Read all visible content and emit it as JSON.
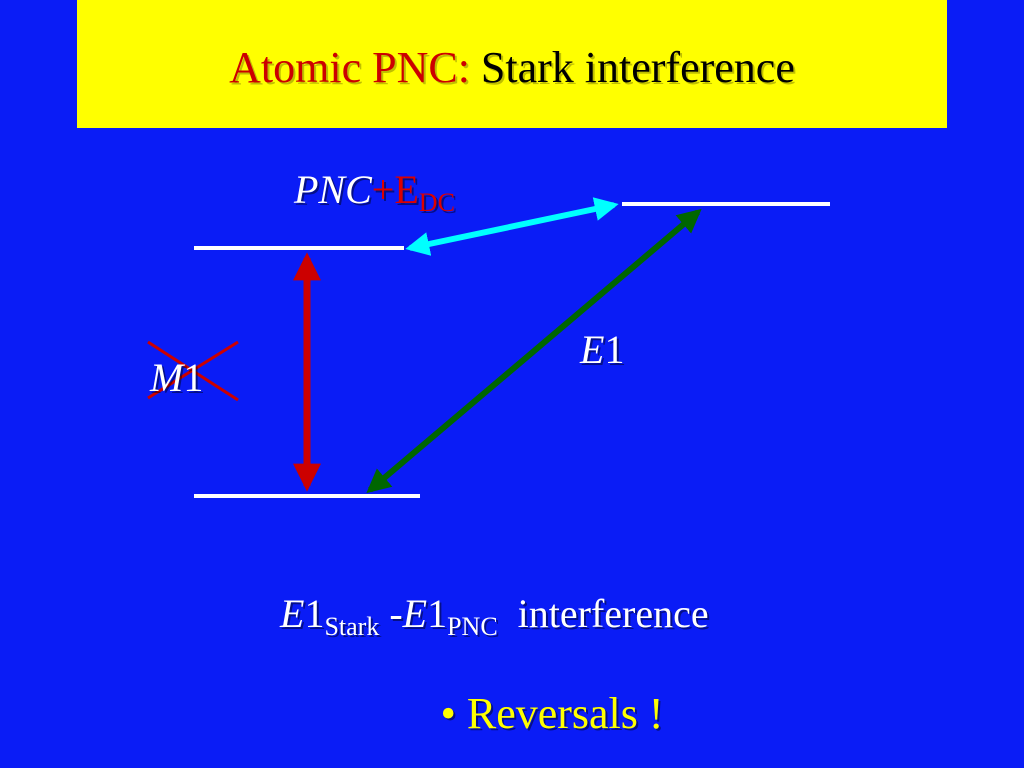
{
  "slide": {
    "title_red": "Atomic PNC:",
    "title_black": " Stark interference",
    "bullet": "• Reversals !"
  },
  "labels": {
    "pnc_main": "PNC",
    "pnc_plus": "+E",
    "pnc_sub": "DC",
    "e1_letter": "E",
    "e1_digit": "1",
    "m1_letter": "M",
    "m1_digit": "1",
    "interference": {
      "e1a_letter": "E",
      "e1a_digit": "1",
      "e1a_sub": "Stark",
      "dash": "-",
      "e1b_letter": "E",
      "e1b_digit": "1",
      "e1b_sub": "PNC",
      "word": "interference"
    }
  },
  "colors": {
    "background": "#0a1cf6",
    "title_bar": "#ffff00",
    "m1_arrow": "#cc0000",
    "pnc_arrow": "#00ffff",
    "e1_arrow": "#006600",
    "levels": "#ffffff",
    "cross": "#cc0000"
  }
}
